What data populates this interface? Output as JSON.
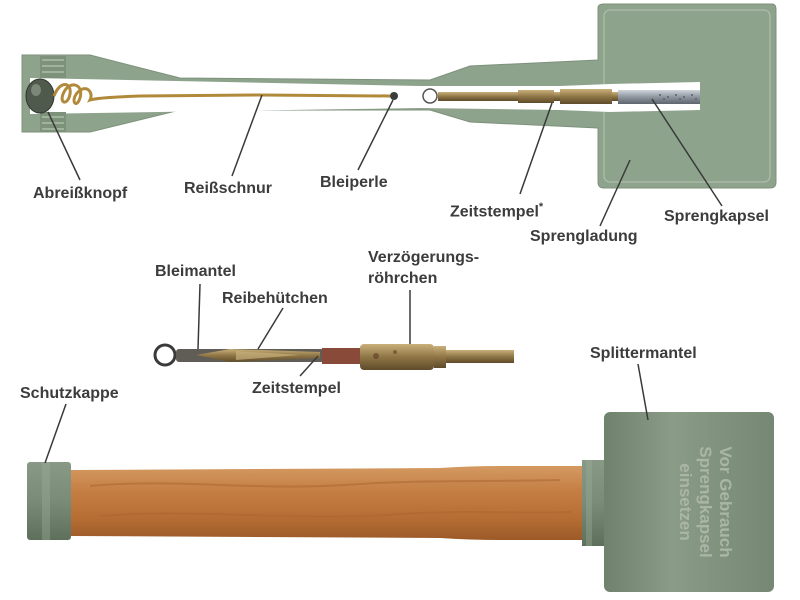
{
  "labels": {
    "abreissknopf": "Abreißknopf",
    "reissschnur": "Reißschnur",
    "bleiperle": "Bleiperle",
    "zeitstempel_top": "Zeitstempel",
    "zeitstempel_top_mark": "*",
    "sprengkapsel": "Sprengkapsel",
    "sprengladung": "Sprengladung",
    "bleimantel": "Bleimantel",
    "reibehuetchen": "Reibehütchen",
    "verzoegerung_line1": "Verzögerungs-",
    "verzoegerung_line2": "röhrchen",
    "zeitstempel_mid": "Zeitstempel",
    "splittermantel": "Splittermantel",
    "schutzkappe": "Schutzkappe"
  },
  "inscription": {
    "line1": "Vor Gebrauch",
    "line2": "Sprengkapsel",
    "line3": "einsetzen"
  },
  "colors": {
    "label_text": "#3c3c3c",
    "leader_line": "#3a3a3a",
    "body_green": "#8ea38c",
    "head_green": "#7e917c",
    "wood": "#b9743c",
    "cord": "#b08a3a",
    "brass": "#a88e5a",
    "inscription": "#aab5a6"
  }
}
